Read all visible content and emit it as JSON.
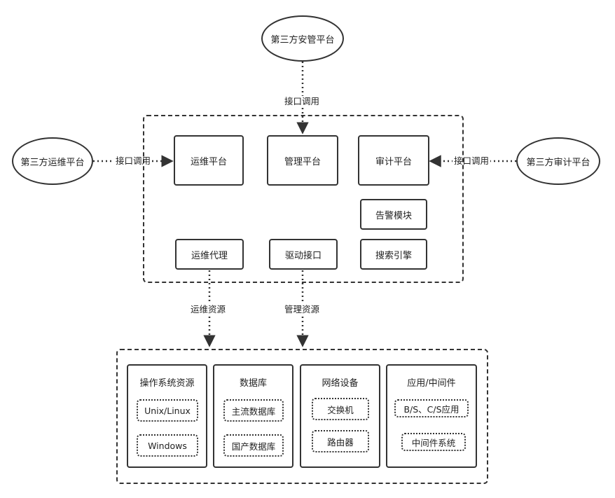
{
  "nodes": {
    "third_party_security": "第三方安管平台",
    "third_party_ops": "第三方运维平台",
    "third_party_audit": "第三方审计平台",
    "ops_platform": "运维平台",
    "mgmt_platform": "管理平台",
    "audit_platform": "审计平台",
    "alert_module": "告警模块",
    "ops_agent": "运维代理",
    "driver_interface": "驱动接口",
    "search_engine": "搜索引擎"
  },
  "edges": {
    "top_call": "接口调用",
    "left_call": "接口调用",
    "right_call": "接口调用",
    "ops_resource": "运维资源",
    "mgmt_resource": "管理资源"
  },
  "resources": [
    {
      "title": "操作系统资源",
      "items": [
        "Unix/Linux",
        "Windows"
      ]
    },
    {
      "title": "数据库",
      "items": [
        "主流数据库",
        "国产数据库"
      ]
    },
    {
      "title": "网络设备",
      "items": [
        "交换机",
        "路由器"
      ]
    },
    {
      "title": "应用/中间件",
      "items": [
        "B/S、C/S应用",
        "中间件系统"
      ]
    }
  ]
}
